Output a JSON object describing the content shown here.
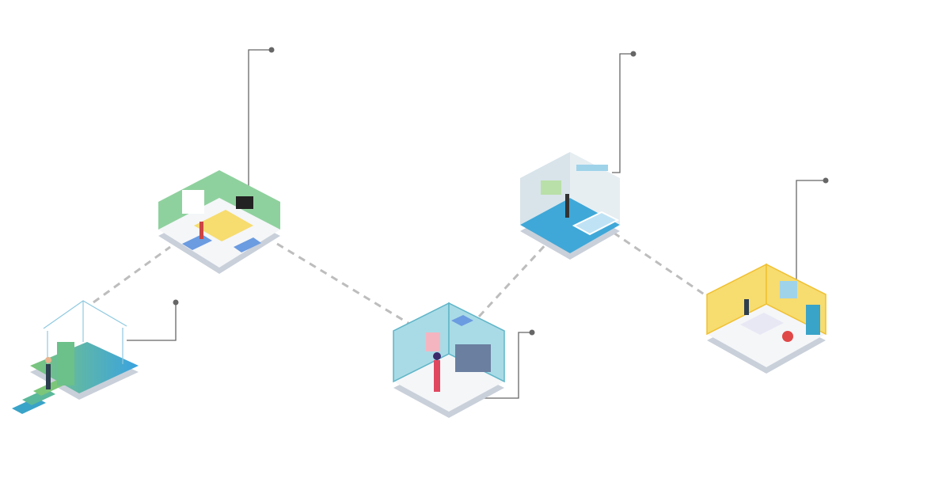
{
  "diagram": {
    "rooms": [
      {
        "id": "entrance",
        "icon": "smart-house-entrance-icon"
      },
      {
        "id": "living-room",
        "icon": "living-room-icon"
      },
      {
        "id": "kitchen",
        "icon": "kitchen-icon"
      },
      {
        "id": "bathroom",
        "icon": "bathroom-icon"
      },
      {
        "id": "bedroom",
        "icon": "bedroom-icon"
      }
    ],
    "colors": {
      "connector": "#bdbdbd",
      "callout": "#666666",
      "living_wall": "#8fd19e",
      "kitchen_wall": "#a9dbe6",
      "bathroom_wall": "#d8e4ea",
      "bedroom_wall": "#f7dc6f",
      "floor": "#f4f6f8",
      "base": "#c9d0da"
    }
  }
}
